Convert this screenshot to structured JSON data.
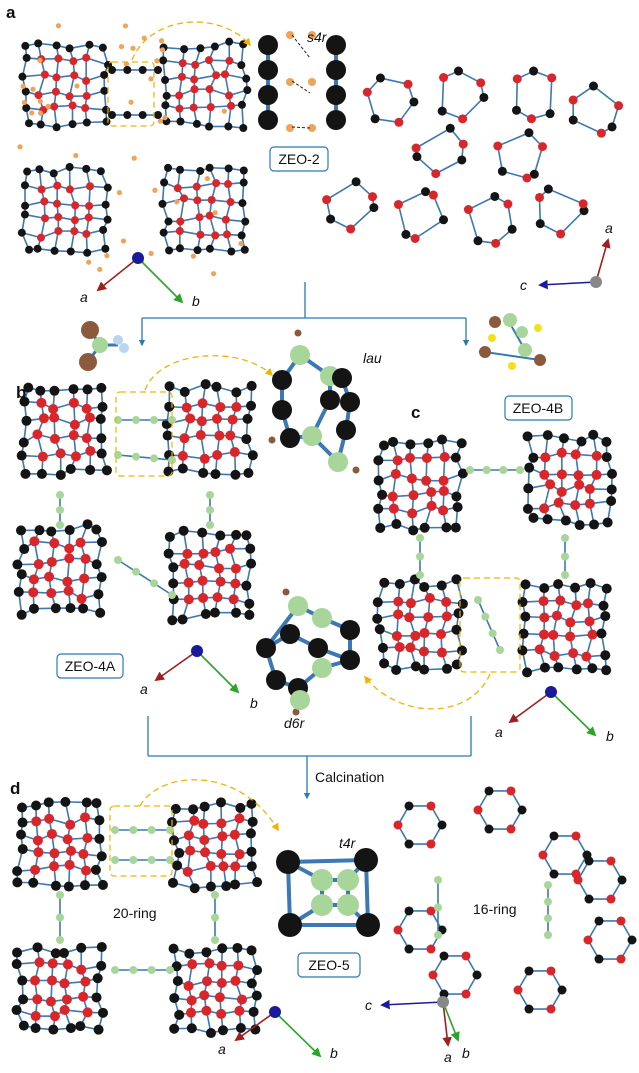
{
  "panels": {
    "a": "a",
    "b": "b",
    "c": "c",
    "d": "d"
  },
  "materials": {
    "zeo2": "ZEO-2",
    "zeo4a": "ZEO-4A",
    "zeo4b": "ZEO-4B",
    "zeo5": "ZEO-5"
  },
  "cages": {
    "s4r": "s4r",
    "lau": "lau",
    "d6r": "d6r",
    "t4r": "t4r"
  },
  "rings": {
    "ring20": "20-ring",
    "ring16": "16-ring"
  },
  "process": {
    "calcination": "Calcination"
  },
  "axes": {
    "a": "a",
    "b": "b",
    "c": "c"
  },
  "colors": {
    "oxygen": "#d8262a",
    "silicon_black": "#141414",
    "germanium_green": "#a8d69a",
    "hydrogen_orange": "#f0a35a",
    "bond": "#3b78b4",
    "arrow_a": "#a01e1e",
    "arrow_b": "#2aa52a",
    "arrow_c": "#1a1a9a",
    "flow": "#2a7ab8",
    "highlight": "#f0b400"
  }
}
